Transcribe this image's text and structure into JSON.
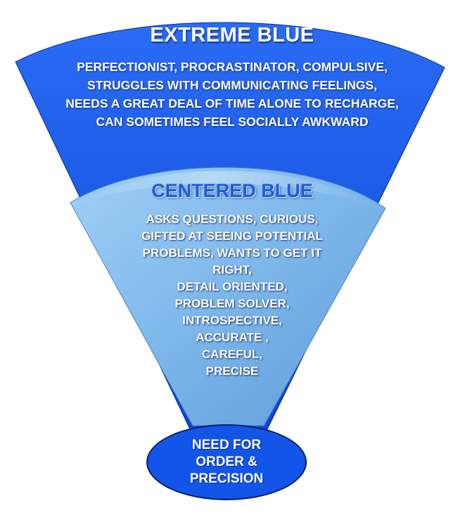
{
  "extreme": {
    "title": "EXTREME BLUE",
    "lines": [
      "PERFECTIONIST, PROCRASTINATOR, COMPULSIVE,",
      "STRUGGLES WITH COMMUNICATING FEELINGS,",
      "NEEDS A GREAT DEAL OF TIME ALONE TO RECHARGE,",
      "CAN SOMETIMES FEEL SOCIALLY AWKWARD"
    ]
  },
  "centered": {
    "title": "CENTERED BLUE",
    "lines": [
      "ASKS QUESTIONS, CURIOUS,",
      "GIFTED AT SEEING POTENTIAL",
      "PROBLEMS, WANTS TO GET IT",
      "RIGHT,",
      "DETAIL ORIENTED,",
      "PROBLEM SOLVER,",
      "INTROSPECTIVE,",
      "ACCURATE ,",
      "CAREFUL,",
      "PRECISE"
    ]
  },
  "core": {
    "lines": [
      "NEED FOR",
      "ORDER &",
      "PRECISION"
    ]
  },
  "colors": {
    "extreme_fill": "#1a5df0",
    "centered_fill": "#7ab8ec",
    "core_fill": "#1255e8",
    "centered_title": "#1a5fd6"
  }
}
